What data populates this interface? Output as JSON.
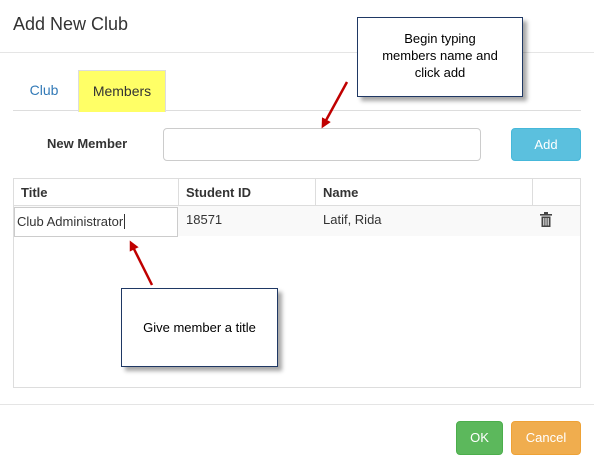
{
  "dialog": {
    "title": "Add New Club"
  },
  "tabs": [
    {
      "label": "Club",
      "active": false
    },
    {
      "label": "Members",
      "active": true
    }
  ],
  "new_member": {
    "label": "New Member",
    "value": "",
    "add_label": "Add"
  },
  "table": {
    "headers": [
      "Title",
      "Student ID",
      "Name"
    ],
    "rows": [
      {
        "title": "Club Administrator",
        "student_id": "18571",
        "name": "Latif, Rida"
      }
    ]
  },
  "footer": {
    "ok_label": "OK",
    "cancel_label": "Cancel"
  },
  "callouts": {
    "top": [
      "Begin typing",
      "members name and",
      "click add"
    ],
    "bottom": "Give member a title"
  },
  "icons": {
    "delete": "trash-icon"
  },
  "colors": {
    "members_tab_highlight": "#ffff66",
    "add_button": "#5bc0de",
    "ok_button": "#5cb85c",
    "cancel_button": "#f0ad4e",
    "annotation_arrow": "#c00000"
  }
}
